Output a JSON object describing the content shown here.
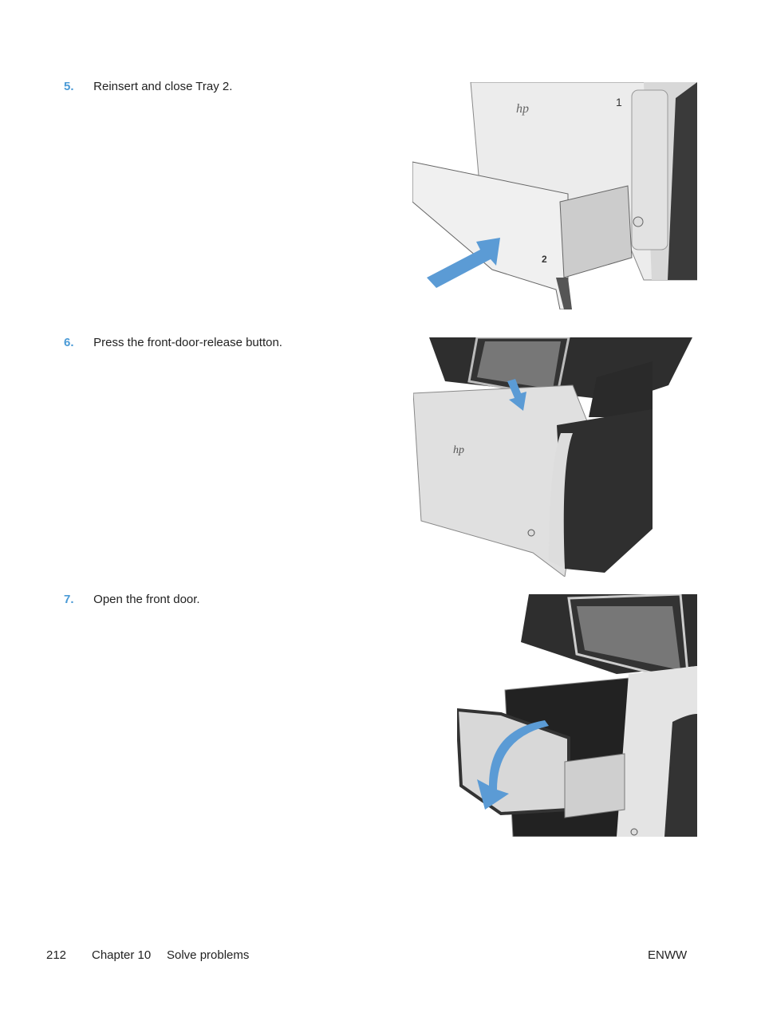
{
  "steps": [
    {
      "number": "5.",
      "text": "Reinsert and close Tray 2.",
      "figure": "printer-tray2-reinsert-illustration"
    },
    {
      "number": "6.",
      "text": "Press the front-door-release button.",
      "figure": "printer-front-door-release-illustration"
    },
    {
      "number": "7.",
      "text": "Open the front door.",
      "figure": "printer-open-front-door-illustration"
    }
  ],
  "figures": {
    "tray_label_1": "1",
    "tray_label_2": "2",
    "brand_logo": "hp"
  },
  "colors": {
    "accent": "#4a9ad6",
    "arrow": "#5b9bd5",
    "printer_dark": "#3a3a3a",
    "printer_light": "#e6e6e6"
  },
  "footer": {
    "page_number": "212",
    "chapter": "Chapter 10",
    "section": "Solve problems",
    "locale": "ENWW"
  }
}
